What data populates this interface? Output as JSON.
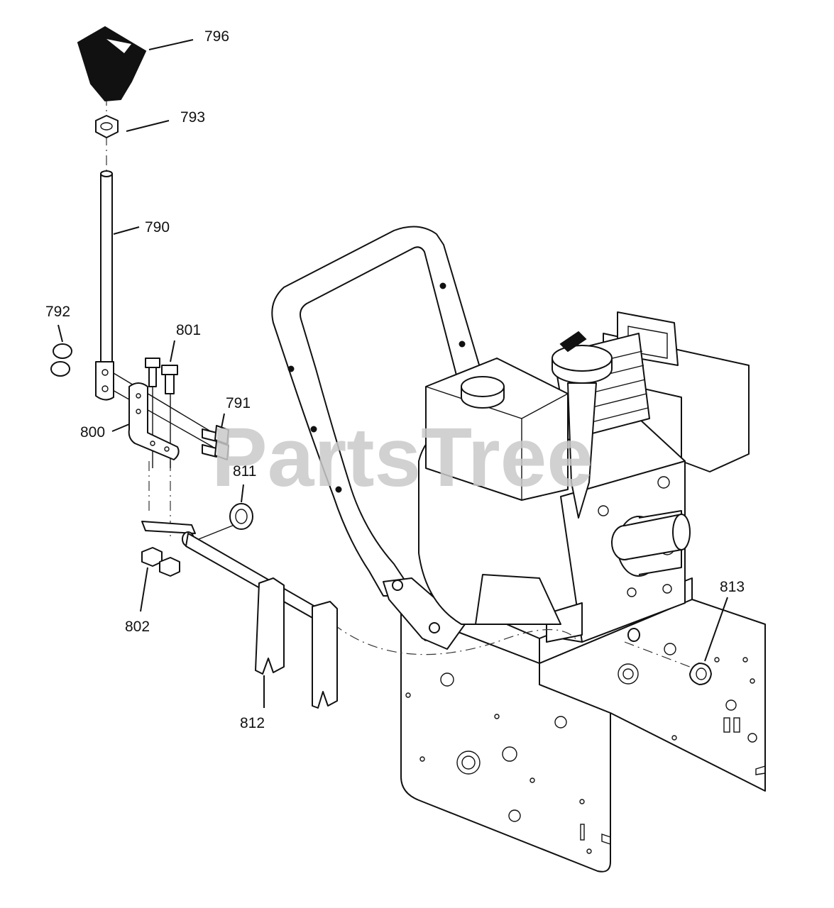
{
  "watermark": {
    "text": "PartsTree"
  },
  "parts": [
    {
      "id": "p796",
      "label": "796"
    },
    {
      "id": "p793",
      "label": "793"
    },
    {
      "id": "p790",
      "label": "790"
    },
    {
      "id": "p792",
      "label": "792"
    },
    {
      "id": "p801",
      "label": "801"
    },
    {
      "id": "p791",
      "label": "791"
    },
    {
      "id": "p800",
      "label": "800"
    },
    {
      "id": "p811",
      "label": "811"
    },
    {
      "id": "p802",
      "label": "802"
    },
    {
      "id": "p812",
      "label": "812"
    },
    {
      "id": "p813",
      "label": "813"
    }
  ],
  "colors": {
    "line": "#111111",
    "watermark": "#c9c9c9",
    "background": "#ffffff"
  }
}
